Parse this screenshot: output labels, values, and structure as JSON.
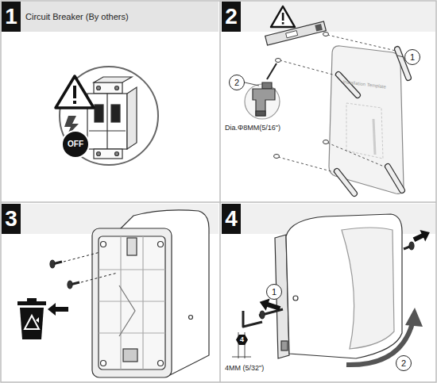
{
  "diagram": {
    "nodes": [
      {
        "text": [
          "Circuit Breaker (By others)"
        ]
      },
      {
        "text": [
          "1"
        ],
        "in": 0
      },
      {
        "text": [
          "OFF"
        ]
      },
      {
        "text": [
          "2"
        ]
      },
      {
        "text": [
          "1"
        ]
      },
      {
        "text": [
          "2"
        ]
      },
      {
        "text": [
          "3"
        ]
      },
      {
        "text": [
          "4"
        ]
      },
      {
        "text": [
          "1"
        ]
      },
      {
        "text": [
          "4"
        ]
      },
      {
        "text": [
          "2"
        ]
      }
    ],
    "labels": [
      "Installation Template",
      "Dia.Φ8MM(5/16\")",
      "4MM (5/32\")"
    ]
  }
}
